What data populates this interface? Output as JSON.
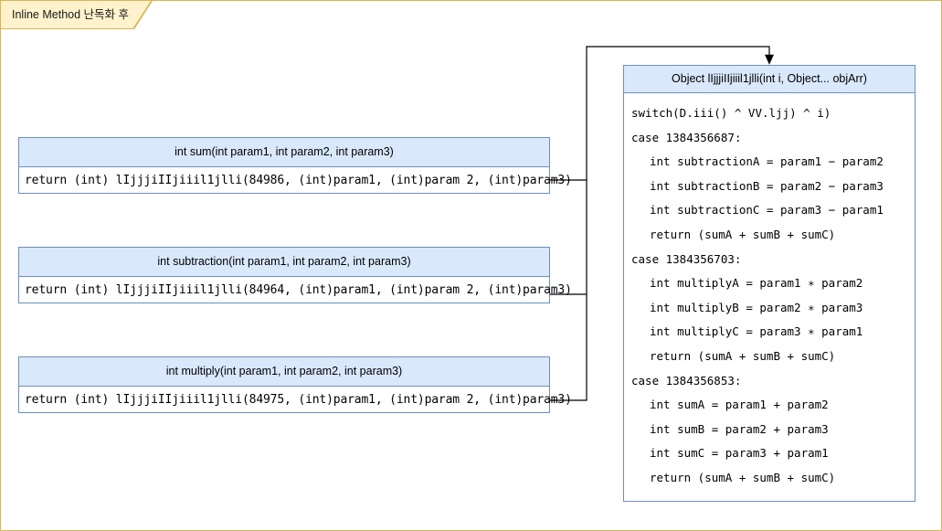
{
  "tab": {
    "label": "Inline Method 난독화 후"
  },
  "colors": {
    "tab_fill": "#fff2cc",
    "tab_border": "#d6b656",
    "box_header_fill": "#dae8fc",
    "box_border": "#6c8ebf",
    "edge": "#000000",
    "canvas_border": "#d6b656"
  },
  "methods": [
    {
      "signature": "int sum(int param1, int param2, int param3)",
      "body": "return (int) lIjjjiIIjiiil1jlli(84986, (int)param1, (int)param 2, (int)param3)"
    },
    {
      "signature": "int subtraction(int param1, int param2, int param3)",
      "body": "return (int) lIjjjiIIjiiil1jlli(84964, (int)param1, (int)param 2, (int)param3)"
    },
    {
      "signature": "int multiply(int param1, int param2, int param3)",
      "body": "return (int) lIjjjiIIjiiil1jlli(84975, (int)param1, (int)param 2, (int)param3)"
    }
  ],
  "switch_panel": {
    "signature": "Object lIjjjiIIjiiil1jlli(int i, Object... objArr)",
    "lines": [
      {
        "text": "switch(D.iii() ^ VV.ljj) ^ i)",
        "indent": false
      },
      {
        "text": "case 1384356687:",
        "indent": false
      },
      {
        "text": "int subtractionA = param1 − param2",
        "indent": true
      },
      {
        "text": "int subtractionB = param2 − param3",
        "indent": true
      },
      {
        "text": "int subtractionC = param3 − param1",
        "indent": true
      },
      {
        "text": "return (sumA + sumB + sumC)",
        "indent": true
      },
      {
        "text": "case 1384356703:",
        "indent": false
      },
      {
        "text": "int multiplyA = param1 ∗ param2",
        "indent": true
      },
      {
        "text": "int multiplyB = param2 ∗ param3",
        "indent": true
      },
      {
        "text": "int multiplyC = param3 ∗ param1",
        "indent": true
      },
      {
        "text": "return (sumA + sumB + sumC)",
        "indent": true
      },
      {
        "text": "case 1384356853:",
        "indent": false
      },
      {
        "text": "int sumA = param1 + param2",
        "indent": true
      },
      {
        "text": "int sumB = param2 + param3",
        "indent": true
      },
      {
        "text": "int sumC = param3 + param1",
        "indent": true
      },
      {
        "text": "return (sumA + sumB + sumC)",
        "indent": true
      }
    ]
  }
}
